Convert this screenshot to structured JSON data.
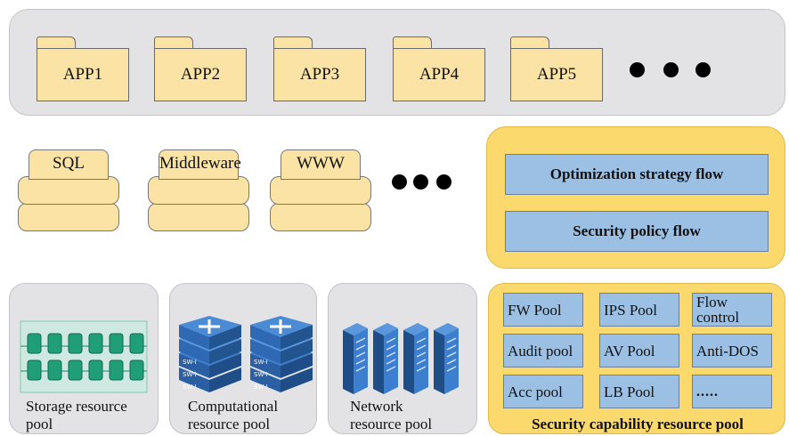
{
  "apps": [
    "APP1",
    "APP2",
    "APP3",
    "APP4",
    "APP5"
  ],
  "middleware": [
    "SQL",
    "Middleware",
    "WWW"
  ],
  "flows": [
    "Optimization strategy flow",
    "Security policy flow"
  ],
  "resource_pools": {
    "storage": "Storage resource\npool",
    "computational": "Computational\nresource pool",
    "network": "Network\nresource pool",
    "switch_label": "SW-I"
  },
  "capability": {
    "items": [
      "FW Pool",
      "IPS Pool",
      "Flow\ncontrol",
      "Audit pool",
      "AV Pool",
      "Anti-DOS",
      "Acc pool",
      "LB Pool",
      "....."
    ],
    "title": "Security capability resource pool"
  },
  "colors": {
    "folder": "#fbe3a6",
    "flow_box": "#9bc0e4",
    "policy_panel": "#fbd96d",
    "grey_panel": "#e3e3e5",
    "server_blue": "#2f6fb5",
    "storage_green": "#1f9e78"
  }
}
